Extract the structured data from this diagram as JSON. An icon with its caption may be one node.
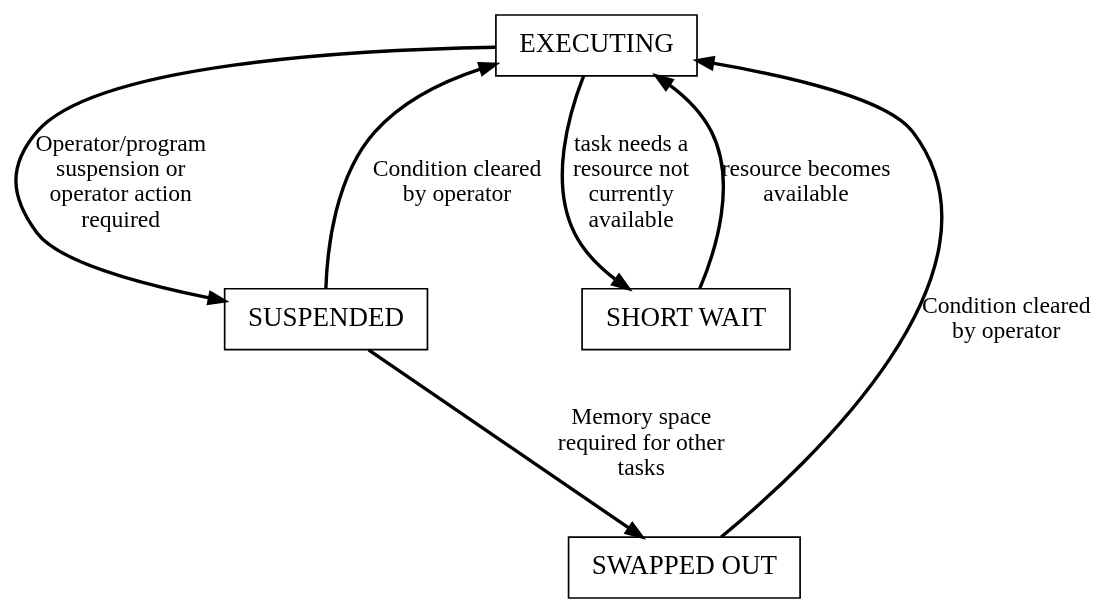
{
  "diagram": {
    "nodes": [
      {
        "text": [
          "EXECUTING"
        ]
      },
      {
        "text": [
          "SUSPENDED"
        ]
      },
      {
        "text": [
          "SHORT WAIT"
        ]
      },
      {
        "text": [
          "SWAPPED OUT"
        ]
      }
    ],
    "edges": [
      {
        "from": 2,
        "to": 0,
        "arrow": "to",
        "label": "resource becomes available"
      },
      {
        "from": 0,
        "to": 2,
        "arrow": "to",
        "label": "task needs a resource not currently available"
      },
      {
        "from": 0,
        "to": 1,
        "arrow": "to",
        "label": "Operator/program suspension or operator action required"
      },
      {
        "from": 1,
        "to": 0,
        "arrow": "to",
        "label": "Condition cleared by operator"
      },
      {
        "from": 1,
        "to": 3,
        "arrow": "to",
        "label": "Memory space required for other tasks"
      },
      {
        "from": 3,
        "to": 0,
        "arrow": "to",
        "label": "Condition cleared by operator"
      }
    ]
  }
}
